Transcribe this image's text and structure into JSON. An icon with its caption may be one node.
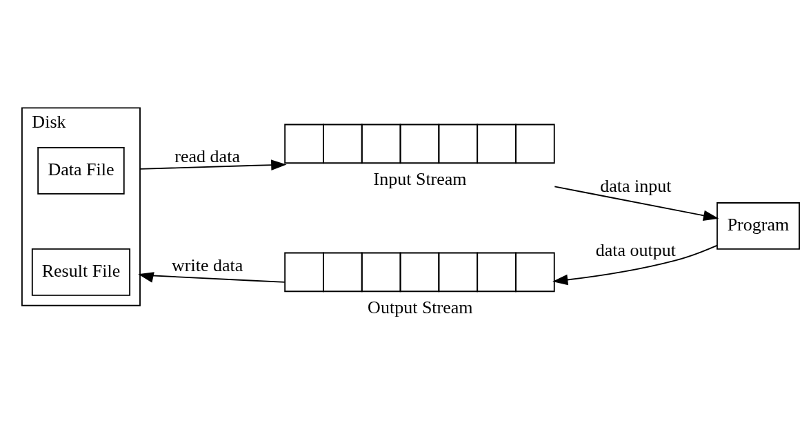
{
  "diagram": {
    "nodes": [
      {
        "text": [
          "Disk"
        ]
      },
      {
        "text": [
          "Data File"
        ],
        "in": 0
      },
      {
        "text": [
          "Result File"
        ],
        "in": 0
      },
      {
        "text": [
          "Input Stream"
        ]
      },
      {
        "text": [
          "Program"
        ]
      },
      {
        "text": [
          "Output Stream"
        ]
      }
    ],
    "edges": [
      {
        "from": 0,
        "to": 3,
        "arrow": "to",
        "label": "read data"
      },
      {
        "from": 3,
        "to": 4,
        "arrow": "to",
        "label": "data input"
      },
      {
        "from": 4,
        "to": 5,
        "arrow": "to",
        "label": "data output"
      },
      {
        "from": 5,
        "to": 0,
        "arrow": "to",
        "label": "write data"
      }
    ]
  }
}
